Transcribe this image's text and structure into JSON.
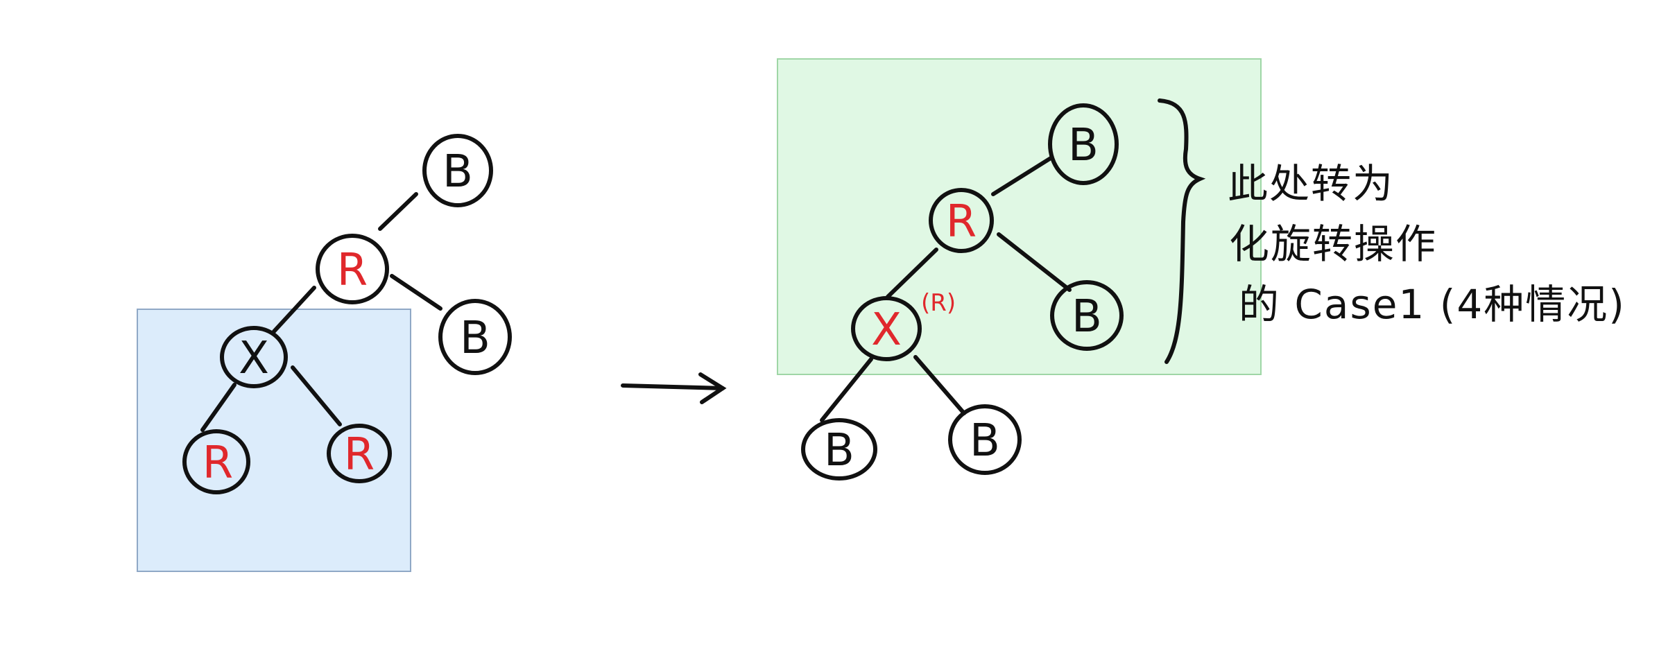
{
  "colors": {
    "ink": "#111111",
    "red": "#e0282c",
    "blue_fill": "#dcecfb",
    "blue_stroke": "#8fa8c6",
    "green_fill": "#e0f8e4",
    "green_stroke": "#9fd6a6"
  },
  "left_tree": {
    "nodes": [
      {
        "id": "l-top-b",
        "label": "B",
        "color": "ink"
      },
      {
        "id": "l-r",
        "label": "R",
        "color": "red"
      },
      {
        "id": "l-right-b",
        "label": "B",
        "color": "ink"
      },
      {
        "id": "l-x",
        "label": "X",
        "color": "ink"
      },
      {
        "id": "l-left-r",
        "label": "R",
        "color": "red"
      },
      {
        "id": "l-right-r",
        "label": "R",
        "color": "red"
      }
    ]
  },
  "right_tree": {
    "nodes": [
      {
        "id": "r-top-b",
        "label": "B",
        "color": "ink"
      },
      {
        "id": "r-r",
        "label": "R",
        "color": "red"
      },
      {
        "id": "r-right-b",
        "label": "B",
        "color": "ink"
      },
      {
        "id": "r-x",
        "label": "X",
        "color": "red"
      },
      {
        "id": "r-left-b",
        "label": "B",
        "color": "ink"
      },
      {
        "id": "r-right2-b",
        "label": "B",
        "color": "ink"
      }
    ],
    "x_superscript": "(R)"
  },
  "note": {
    "line1": "此处转为",
    "line2": "化旋转操作",
    "line3": "的 Case1 (4种情况)"
  }
}
